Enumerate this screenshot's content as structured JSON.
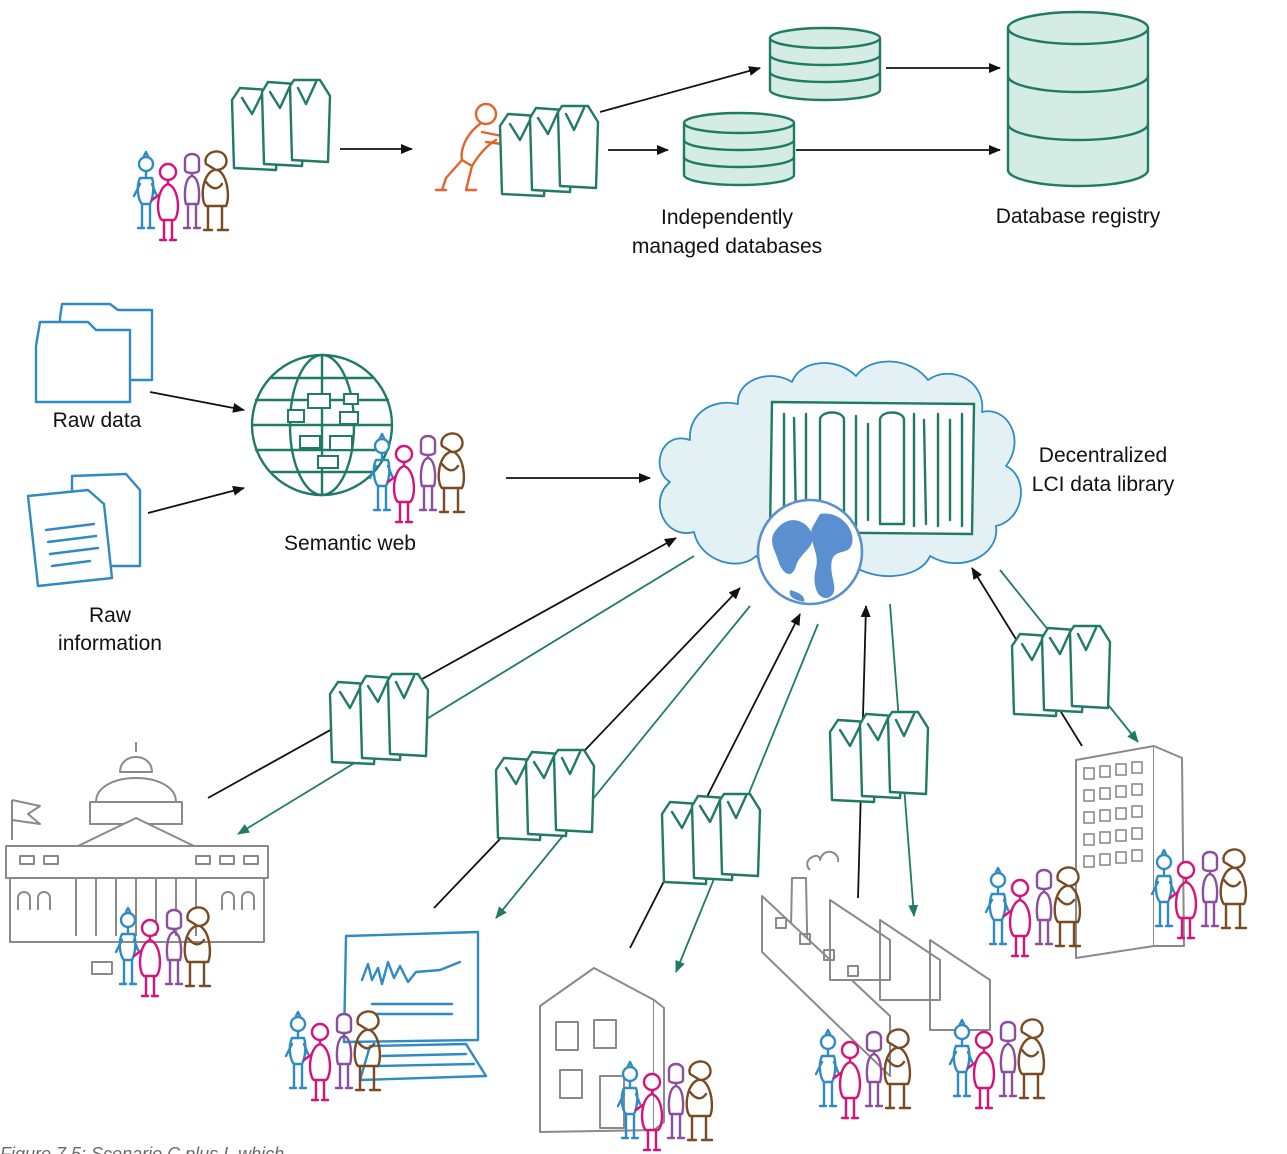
{
  "labels": {
    "independent_db": [
      "Independently",
      "managed databases"
    ],
    "registry": "Database registry",
    "raw_data": "Raw data",
    "raw_information": [
      "Raw",
      "information"
    ],
    "semantic_web": "Semantic web",
    "library": [
      "Decentralized",
      "LCI data library"
    ]
  },
  "caption": "Figure 7.5: Scenario C plus I, which",
  "colors": {
    "teal": "#1f7a66",
    "db_fill": "#d4ece4",
    "cloud_fill": "#e3f1f4",
    "blue": "#2e8bc4",
    "magenta": "#d6137a",
    "purple": "#8a4f9e",
    "brown": "#7a4a22",
    "orange": "#e2642b",
    "gray": "#8a8a8a",
    "globe": "#5a8fd0"
  },
  "icons": [
    "document-stack-icon",
    "database-icon",
    "globe-network-icon",
    "cloud-icon",
    "earth-icon",
    "folder-icon",
    "people-group-icon",
    "capitol-building-icon",
    "computer-icon",
    "house-icon",
    "factory-icon",
    "office-tower-icon",
    "worker-icon"
  ]
}
